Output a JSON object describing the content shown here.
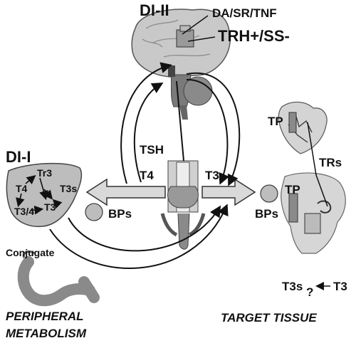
{
  "labels": {
    "di2": "DI-II",
    "da_sr_tnf": "DA/SR/TNF",
    "trh_ss": "TRH+/SS-",
    "tsh": "TSH",
    "t4": "T4",
    "t3_flow": "T3",
    "di1": "DI-I",
    "liver_t4": "T4",
    "liver_tr3": "Tr3",
    "liver_t3s": "T3s",
    "liver_t3": "T3",
    "liver_t34": "T3/4",
    "bps_left": "BPs",
    "bps_right": "BPs",
    "conjugate": "Conjugate",
    "tp_heart": "TP",
    "trs": "TRs",
    "tp_kidney": "TP",
    "t3s_bottom": "T3s",
    "question": "?",
    "t3_bottom": "T3",
    "peripheral": "PERIPHERAL",
    "metabolism": "METABOLISM",
    "target_tissue": "TARGET TISSUE"
  }
}
